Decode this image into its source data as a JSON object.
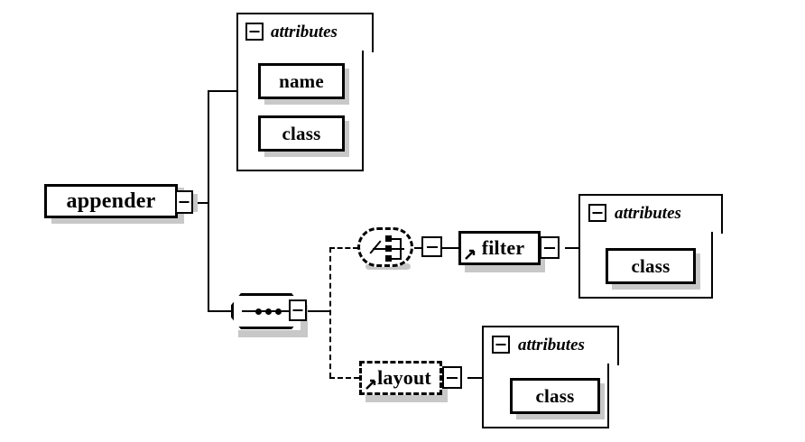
{
  "diagram": {
    "type": "xml-schema-tree",
    "title": "appender element schema",
    "root": {
      "name": "appender",
      "kind": "element",
      "occurrence": "required",
      "toggle": "minus"
    },
    "nodes": [
      {
        "id": "root-attributes",
        "kind": "attribute-group",
        "label": "attributes",
        "toggle": "minus",
        "attributes": [
          {
            "name": "name",
            "kind": "attribute",
            "occurrence": "required"
          },
          {
            "name": "class",
            "kind": "attribute",
            "occurrence": "required"
          }
        ]
      },
      {
        "id": "sequence",
        "kind": "sequence-compositor",
        "label": "sequence",
        "toggle": "minus",
        "dots": 3
      },
      {
        "id": "choice",
        "kind": "choice-compositor",
        "label": "choice",
        "occurrence": "optional",
        "toggle": "minus"
      },
      {
        "id": "filter",
        "kind": "element",
        "label": "filter",
        "occurrence": "required",
        "reference": true,
        "toggle": "minus"
      },
      {
        "id": "filter-attributes",
        "kind": "attribute-group",
        "label": "attributes",
        "toggle": "minus",
        "attributes": [
          {
            "name": "class",
            "kind": "attribute",
            "occurrence": "required"
          }
        ]
      },
      {
        "id": "layout",
        "kind": "element",
        "label": "layout",
        "occurrence": "optional",
        "reference": true,
        "toggle": "minus"
      },
      {
        "id": "layout-attributes",
        "kind": "attribute-group",
        "label": "attributes",
        "toggle": "minus",
        "attributes": [
          {
            "name": "class",
            "kind": "attribute",
            "occurrence": "required"
          }
        ]
      }
    ],
    "labels": {
      "appender": "appender",
      "attributes": "attributes",
      "name": "name",
      "class": "class",
      "filter": "filter",
      "layout": "layout",
      "class2": "class",
      "attributes2": "attributes",
      "class3": "class",
      "attributes3": "attributes"
    },
    "colors": {
      "stroke": "#000000",
      "fill": "#ffffff",
      "shadow": "#c8c8c8",
      "background": "#ffffff"
    }
  }
}
